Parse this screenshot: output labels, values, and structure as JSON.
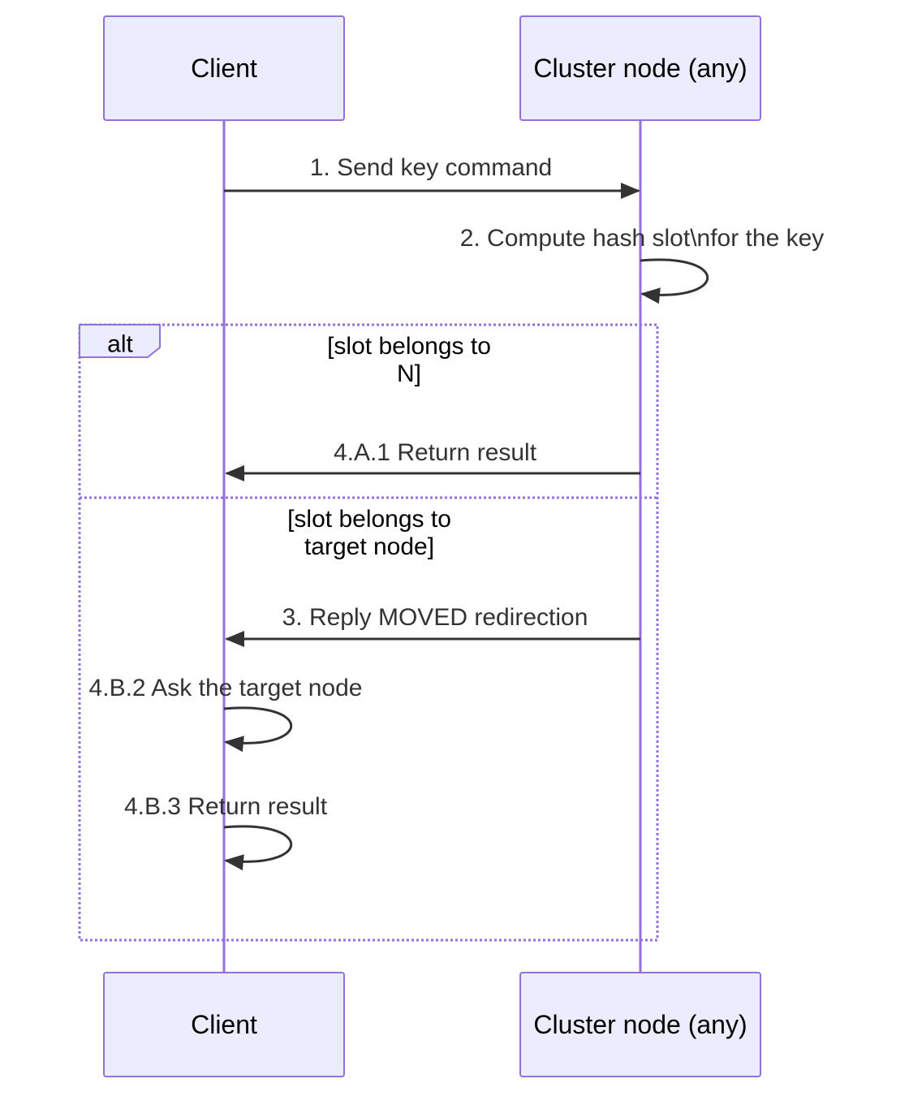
{
  "actors": {
    "client": "Client",
    "node": "Cluster node (any)"
  },
  "messages": {
    "send_key": "1. Send key command",
    "compute_hash": "2. Compute hash slot\\nfor the key",
    "return_result_a": "4.A.1 Return result",
    "reply_moved": "3. Reply MOVED redirection",
    "ask_target": "4.B.2 Ask the target node",
    "return_result_b": "4.B.3 Return result"
  },
  "alt_frame": {
    "keyword": "alt",
    "condition_a": [
      "[slot belongs to",
      "N]"
    ],
    "condition_b": [
      "[slot belongs to",
      "target node]"
    ]
  },
  "colors": {
    "actor_fill": "#ECECFF",
    "actor_border": "#9370DB",
    "lifeline": "#9370DB",
    "message": "#333333"
  }
}
